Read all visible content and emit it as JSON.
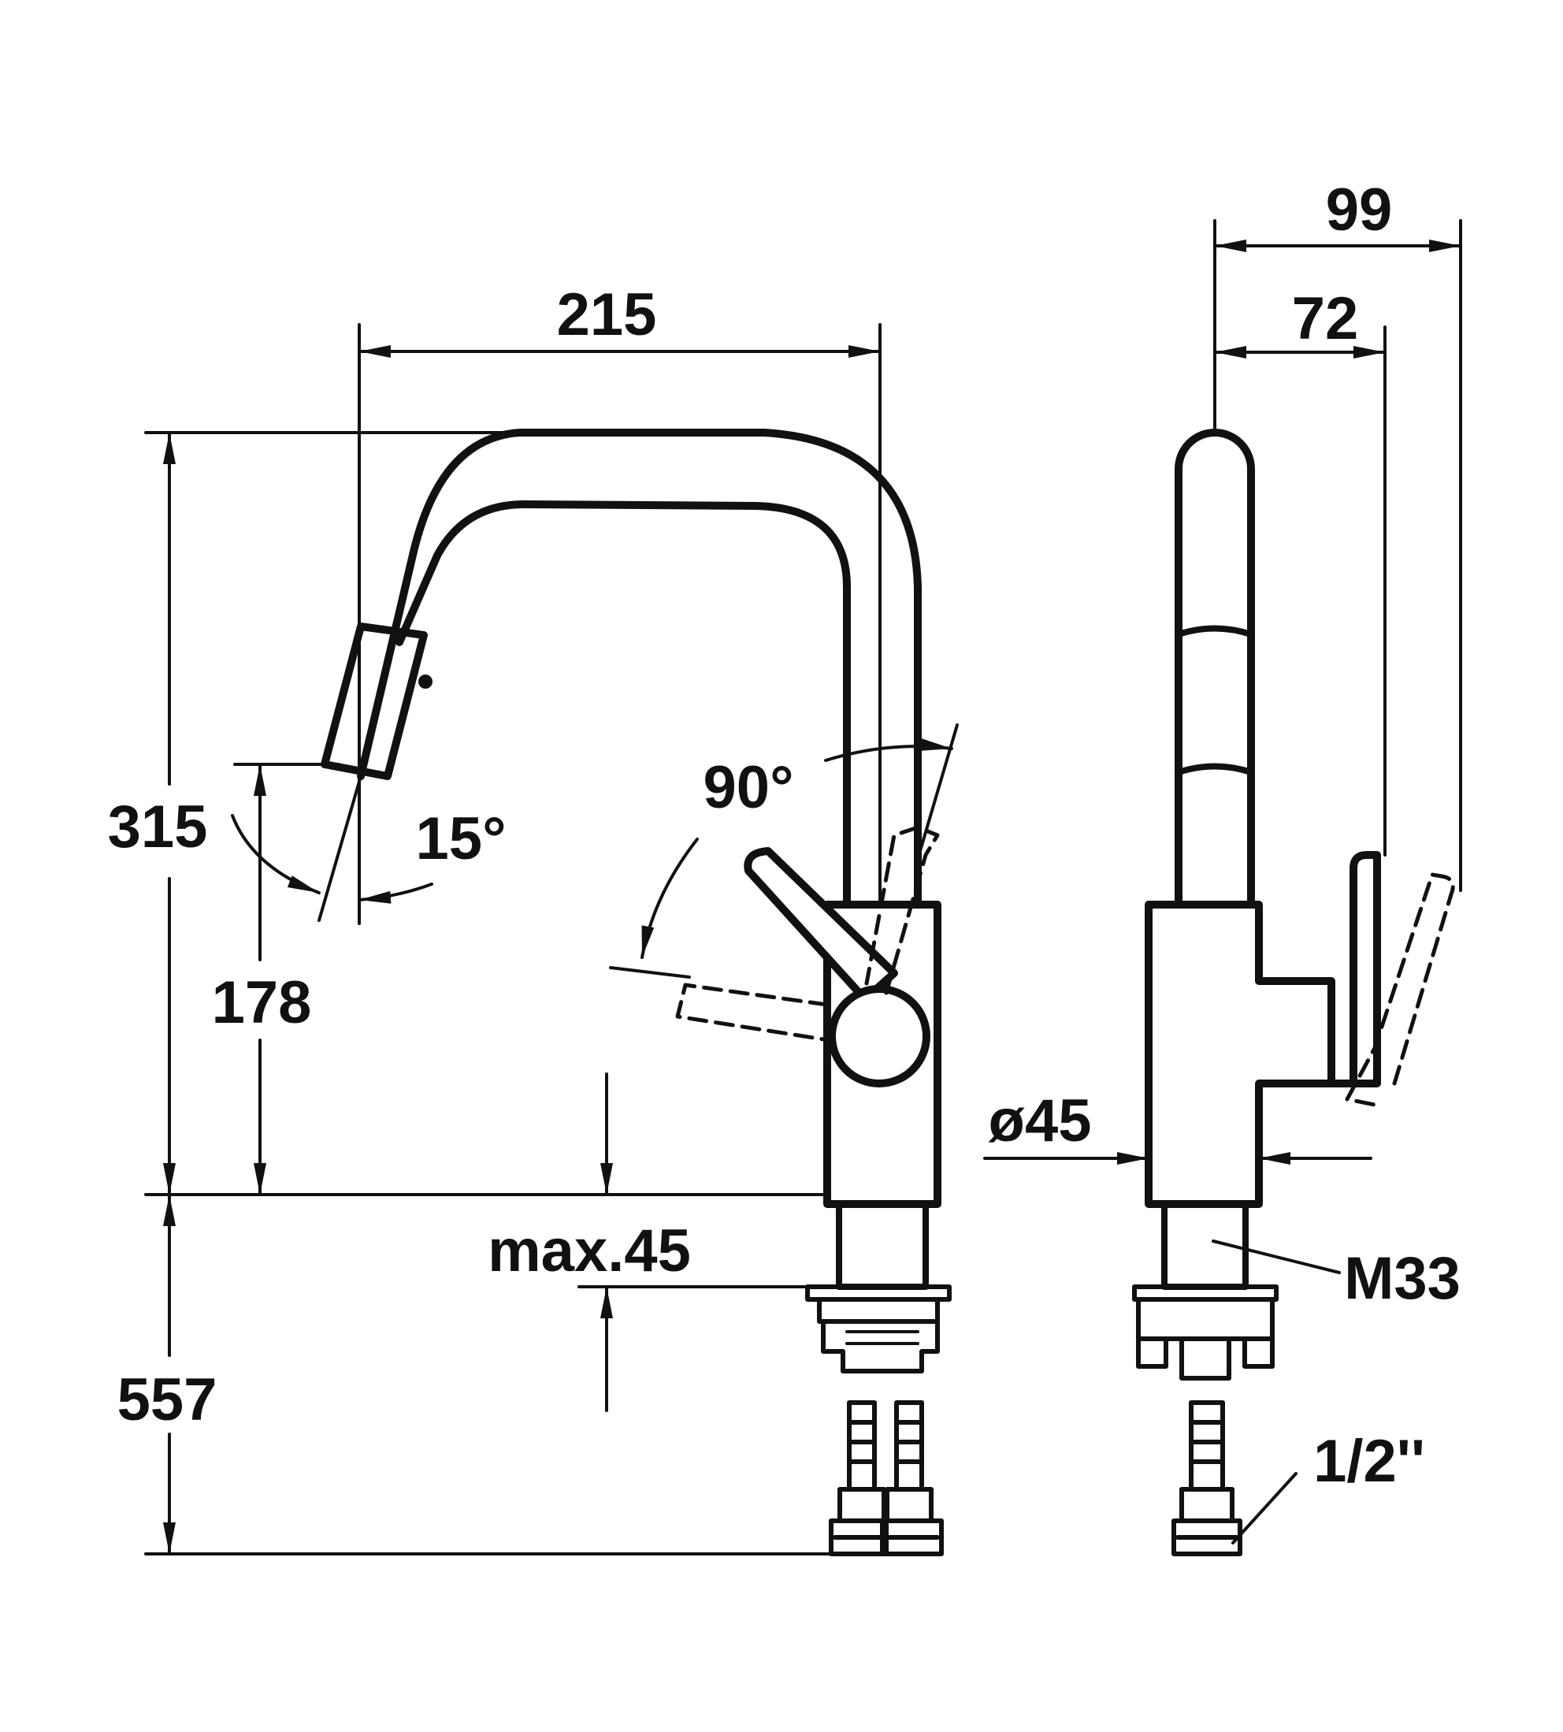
{
  "colors": {
    "ink": "#111111",
    "background": "#ffffff"
  },
  "front_view": {
    "width_dim": "215",
    "height_dim": "315",
    "spout_height_dim": "178",
    "spout_angle": "15°",
    "lever_angle": "90°",
    "worktop_max": "max.45",
    "hose_length_dim": "557"
  },
  "side_view": {
    "outer_depth_dim": "99",
    "inner_depth_dim": "72",
    "body_diameter": "ø45",
    "thread": "M33",
    "connection": "1/2''"
  }
}
